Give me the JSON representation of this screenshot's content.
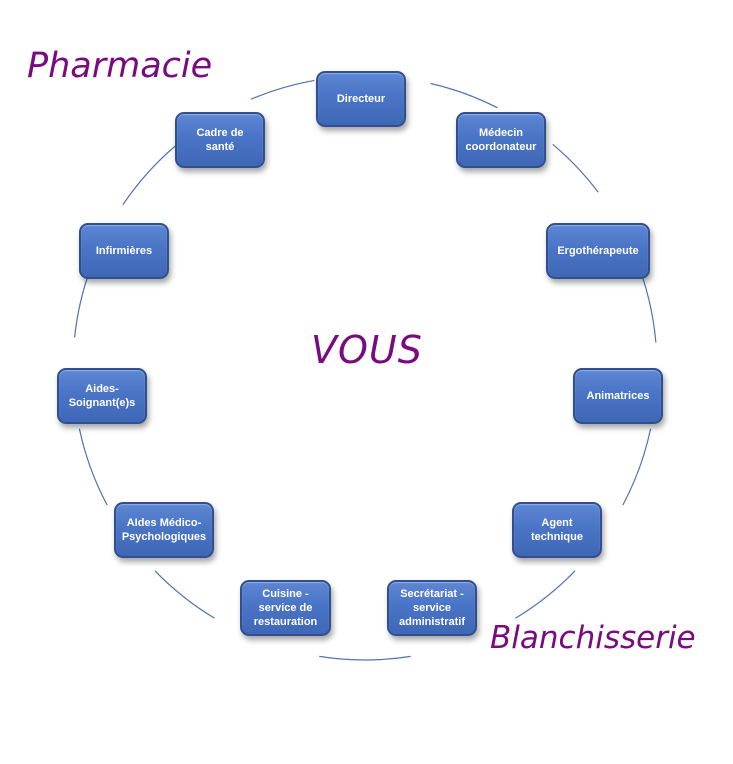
{
  "diagram": {
    "center_label": "VOUS",
    "corner_labels": {
      "top_left": "Pharmacie",
      "bottom_right": "Blanchisserie"
    },
    "nodes": [
      {
        "id": "directeur",
        "label": "Directeur"
      },
      {
        "id": "medecin-coordonateur",
        "label": "Médecin\ncoordonateur"
      },
      {
        "id": "ergotherapeute",
        "label": "Ergothérapeute"
      },
      {
        "id": "animatrices",
        "label": "Animatrices"
      },
      {
        "id": "agent-technique",
        "label": "Agent\ntechnique"
      },
      {
        "id": "secretariat",
        "label": "Secrétariat -\nservice\nadministratif"
      },
      {
        "id": "cuisine",
        "label": "Cuisine -\nservice de\nrestauration"
      },
      {
        "id": "aides-medico-psychologiques",
        "label": "AIdes Médico-\nPsychologiques"
      },
      {
        "id": "aides-soignants",
        "label": "Aides-\nSoignant(e)s"
      },
      {
        "id": "infirmieres",
        "label": "Infirmières"
      },
      {
        "id": "cadre-de-sante",
        "label": "Cadre de\nsanté"
      }
    ],
    "colors": {
      "node_fill": "#4a74c6",
      "node_border": "#2f4f8f",
      "node_text": "#ffffff",
      "accent_text": "#7a0a80",
      "connector": "#4f73b5"
    }
  }
}
